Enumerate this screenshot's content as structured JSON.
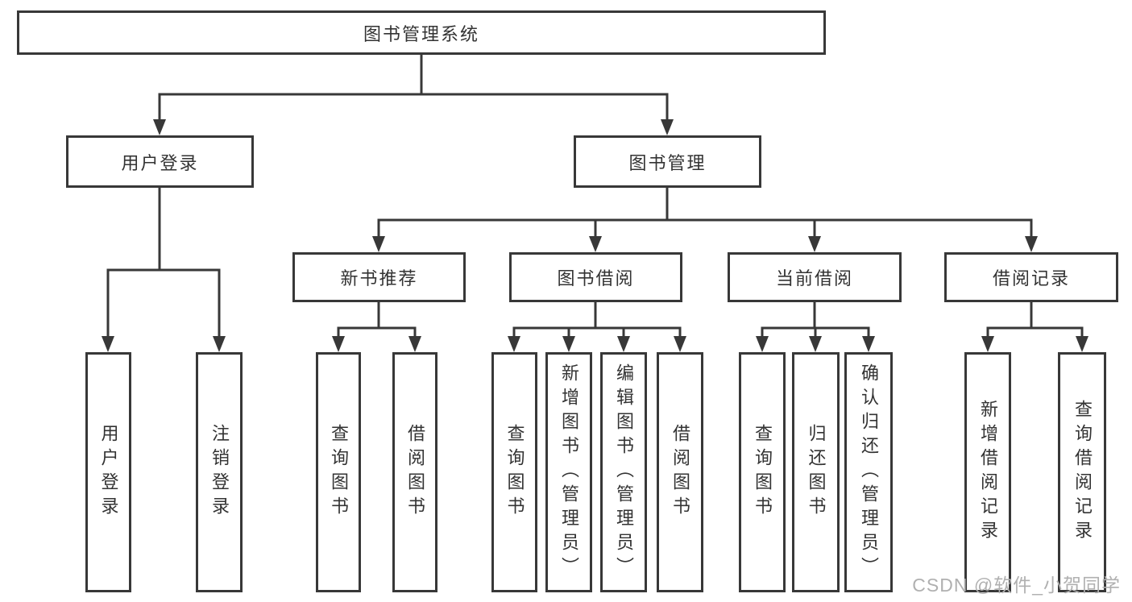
{
  "diagram": {
    "title_node": "图书管理系统",
    "nodes": {
      "root": "图书管理系统",
      "user_login": "用户登录",
      "book_management": "图书管理",
      "new_book_recommend": "新书推荐",
      "book_borrow": "图书借阅",
      "current_borrow": "当前借阅",
      "borrow_records": "借阅记录",
      "leaf_user_login": "用户登录",
      "leaf_logout": "注销登录",
      "leaf_rec_query_books": "查询图书",
      "leaf_rec_borrow_books": "借阅图书",
      "leaf_bb_query_books": "查询图书",
      "leaf_bb_add_books": "新增图书（管理员）",
      "leaf_bb_edit_books": "编辑图书（管理员）",
      "leaf_bb_borrow_books": "借阅图书",
      "leaf_cb_query_books": "查询图书",
      "leaf_cb_return_books": "归还图书",
      "leaf_cb_confirm_return": "确认归还（管理员）",
      "leaf_br_add_record": "新增借阅记录",
      "leaf_br_query_record": "查询借阅记录"
    },
    "colors": {
      "line": "#383838",
      "text": "#333333",
      "watermark_text": "#b0b0b0",
      "background": "#ffffff"
    }
  },
  "watermark": "CSDN @软件_小贺同学"
}
